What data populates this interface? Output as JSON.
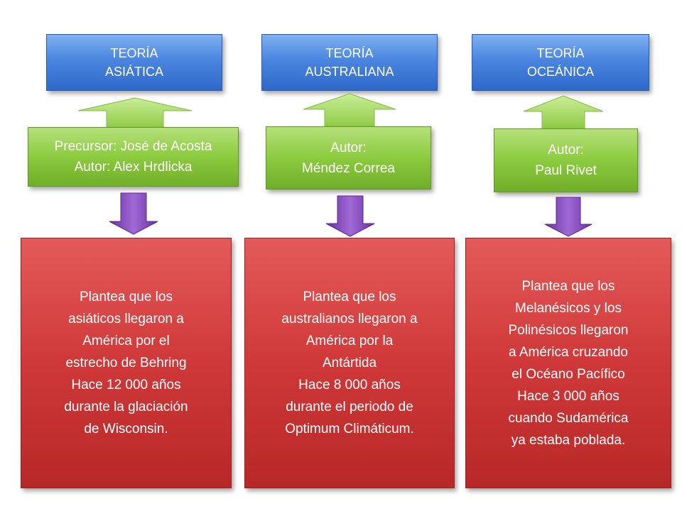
{
  "columns": [
    {
      "title": "TEORÍA\nASIÁTICA",
      "authors": "Precursor: José de Acosta\nAutor: Alex Hrdlicka",
      "description": "Plantea que los\nasiáticos llegaron a\nAmérica por el\nestrecho de Behring\nHace 12 000 años\ndurante la glaciación\nde Wisconsin."
    },
    {
      "title": "TEORÍA\nAUSTRALIANA",
      "authors": "Autor:\nMéndez Correa",
      "description": "Plantea que los\naustralianos llegaron a\nAmérica por la\nAntártida\nHace 8 000 años\ndurante el periodo de\nOptimum Climáticum."
    },
    {
      "title": "TEORÍA\nOCEÁNICA",
      "authors": "Autor:\nPaul Rivet",
      "description": "Plantea que los\nMelanésicos y los\nPolinésicos llegaron\na América cruzando\nel Océano Pacífico\nHace 3 000 años\ncuando Sudamérica\nya estaba poblada."
    }
  ],
  "colors": {
    "title_box": "#3f7fdc",
    "author_box": "#8ccb3f",
    "description_box": "#cf3838",
    "up_arrow": "#a6d864",
    "down_arrow": "#8a4cc0"
  }
}
